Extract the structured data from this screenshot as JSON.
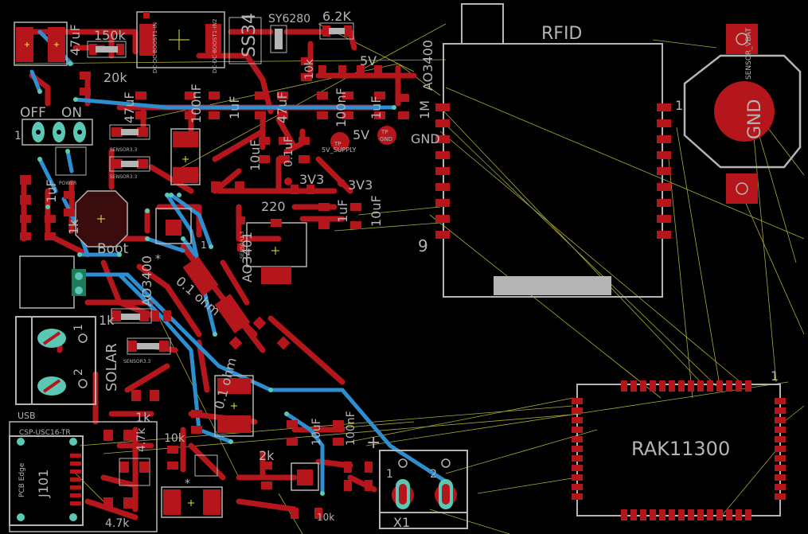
{
  "colors": {
    "background": "#000000",
    "copper_top": "#b5161c",
    "copper_bottom": "#2e8fd0",
    "silkscreen": "#b4b4b4",
    "via": "#5ac8b4",
    "airwire": "#c8c83c",
    "pad_yellow_marker": "#e5e53a"
  },
  "labels": {
    "rfid": "RFID",
    "rak": "RAK11300",
    "ss34": "SS34",
    "sy6280": "SY6280",
    "ao3400_top": "AO3400",
    "ao3400_left": "AO3400",
    "ao3401": "AO3401",
    "r_6k2": "6.2K",
    "c_47u": "47uF",
    "r_150k": "150k",
    "r_20k": "20k",
    "r_10k_top": "10k",
    "r_10k_mid": "10k",
    "r_10k_bot": "10k",
    "r_1m": "1M",
    "v5": "5V",
    "v5b": "5V",
    "c_47u_b": "47uF",
    "c_100nf": "100nF",
    "c_1u_a": "1uF",
    "c_47u_c": "47uF",
    "c_100n_b": "100nF",
    "c_10u_a": "10uF",
    "c_01u": "0.1uF",
    "c_1u_b": "1uF",
    "c_10u_b": "10uF",
    "c_1uf_c": "1uF",
    "c_10u_c": "10uF",
    "c_100n_c": "100nF",
    "off": "OFF",
    "on": "ON",
    "one_a": "1",
    "one_b": "1",
    "one_rfid": "1",
    "one_rak": "1",
    "nine": "9",
    "gnd": "GND",
    "gnd_big": "GND",
    "tp_5v": "TP",
    "tp_5v_name": "5V_SUPPLY",
    "tp_gnd": "TP",
    "tp_gnd_name": "GND",
    "v3v3_a": "3V3",
    "v3v3_b": "3V3",
    "r_220": "220",
    "boot": "Boot",
    "r_1k_a": "1k",
    "r_1k_b": "1k",
    "r_1k_c": "1k",
    "c_1u_left": "1uF",
    "ohm_a": "0.1 ohm",
    "ohm_b": "0.1 ohm",
    "solar": "SOLAR",
    "pin1": "1",
    "pin2": "2",
    "usb": "USB",
    "usb_part": "CSP-USC16-TR",
    "j101": "J101",
    "pcb_edge": "PCB Edge",
    "r_47k_a": "4.7k",
    "r_47k_b": "4.7k",
    "r_2k": "2k",
    "x1": "X1",
    "x1_p1": "1",
    "x1_p2": "2",
    "plus": "+",
    "sensor_vbat": "SENSOR_VBAT",
    "dc_boost_1": "DC-DC-BOOST1-IN",
    "dc_boost_2": "DC-DC-BOOST1-IN2",
    "sensor_a": "SENSOR3.3",
    "sensor_b": "SENSOR3.3",
    "sensor_c": "SENSOR3.3",
    "sensor_d": "SENSOR3.3",
    "power_lbl": "POWER",
    "star_a": "*",
    "star_b": "*"
  }
}
